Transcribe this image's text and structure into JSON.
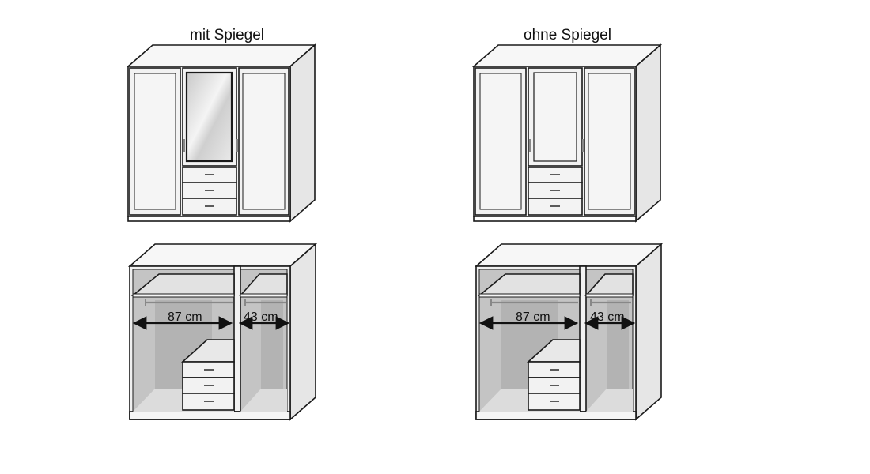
{
  "captions": {
    "with_mirror": "mit Spiegel",
    "without_mirror": "ohne Spiegel"
  },
  "dimensions": {
    "large": "87 cm",
    "small": "43 cm"
  },
  "colors": {
    "outline": "#1a1a1a",
    "panel": "#f0f0f0",
    "interior": "#bfbfbf",
    "mirror": "#d8d8d8"
  }
}
